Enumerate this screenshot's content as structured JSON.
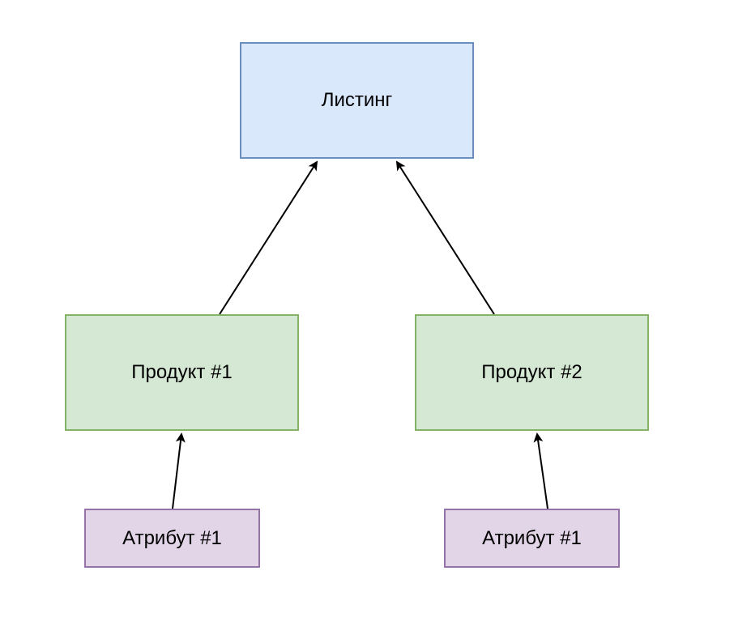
{
  "diagram": {
    "colors": {
      "listing_fill": "#dae8fc",
      "listing_stroke": "#6c8ebf",
      "product_fill": "#d5e8d4",
      "product_stroke": "#82b366",
      "attribute_fill": "#e1d5e7",
      "attribute_stroke": "#9673a6",
      "edge": "#000000"
    },
    "nodes": {
      "listing": {
        "label": "Листинг"
      },
      "product_1": {
        "label": "Продукт #1"
      },
      "product_2": {
        "label": "Продукт #2"
      },
      "attribute_1": {
        "label": "Атрибут #1"
      },
      "attribute_2": {
        "label": "Атрибут #1"
      }
    },
    "edges": [
      {
        "from": "product_1",
        "to": "listing"
      },
      {
        "from": "product_2",
        "to": "listing"
      },
      {
        "from": "attribute_1",
        "to": "product_1"
      },
      {
        "from": "attribute_2",
        "to": "product_2"
      }
    ]
  }
}
